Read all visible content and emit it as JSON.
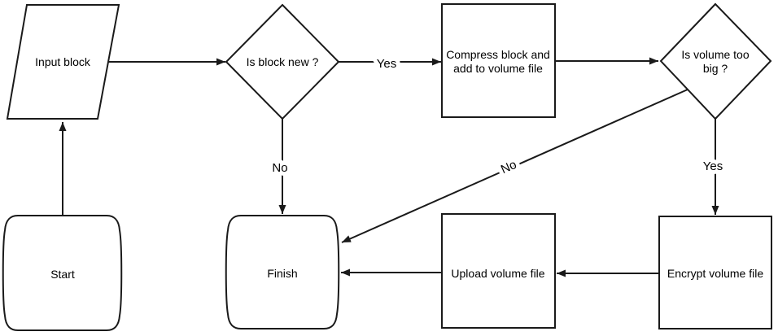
{
  "canvas": {
    "colors": {
      "stroke": "#1a1a1a",
      "background": "#ffffff",
      "text": "#000000"
    }
  },
  "nodes": {
    "start": {
      "type": "terminator",
      "label": "Start"
    },
    "input_block": {
      "type": "input-output-parallelogram",
      "label": "Input block"
    },
    "is_block_new": {
      "type": "decision-diamond",
      "label": "Is block new ?"
    },
    "compress": {
      "type": "process",
      "line1": "Compress block and",
      "line2": "add to volume file"
    },
    "is_volume_too_big": {
      "type": "decision-diamond",
      "line1": "Is volume too",
      "line2": "big ?"
    },
    "encrypt": {
      "type": "process",
      "label": "Encrypt volume file"
    },
    "upload": {
      "type": "process",
      "label": "Upload volume file"
    },
    "finish": {
      "type": "terminator",
      "label": "Finish"
    }
  },
  "edges": {
    "start_to_input": {
      "from": "start",
      "to": "input_block",
      "label": ""
    },
    "input_to_decision1": {
      "from": "input_block",
      "to": "is_block_new",
      "label": ""
    },
    "decision1_yes_to_compress": {
      "from": "is_block_new",
      "to": "compress",
      "label": "Yes"
    },
    "decision1_no_to_finish": {
      "from": "is_block_new",
      "to": "finish",
      "label": "No"
    },
    "compress_to_decision2": {
      "from": "compress",
      "to": "is_volume_too_big",
      "label": ""
    },
    "decision2_yes_to_encrypt": {
      "from": "is_volume_too_big",
      "to": "encrypt",
      "label": "Yes"
    },
    "decision2_no_to_finish": {
      "from": "is_volume_too_big",
      "to": "finish",
      "label": "No"
    },
    "encrypt_to_upload": {
      "from": "encrypt",
      "to": "upload",
      "label": ""
    },
    "upload_to_finish": {
      "from": "upload",
      "to": "finish",
      "label": ""
    }
  }
}
